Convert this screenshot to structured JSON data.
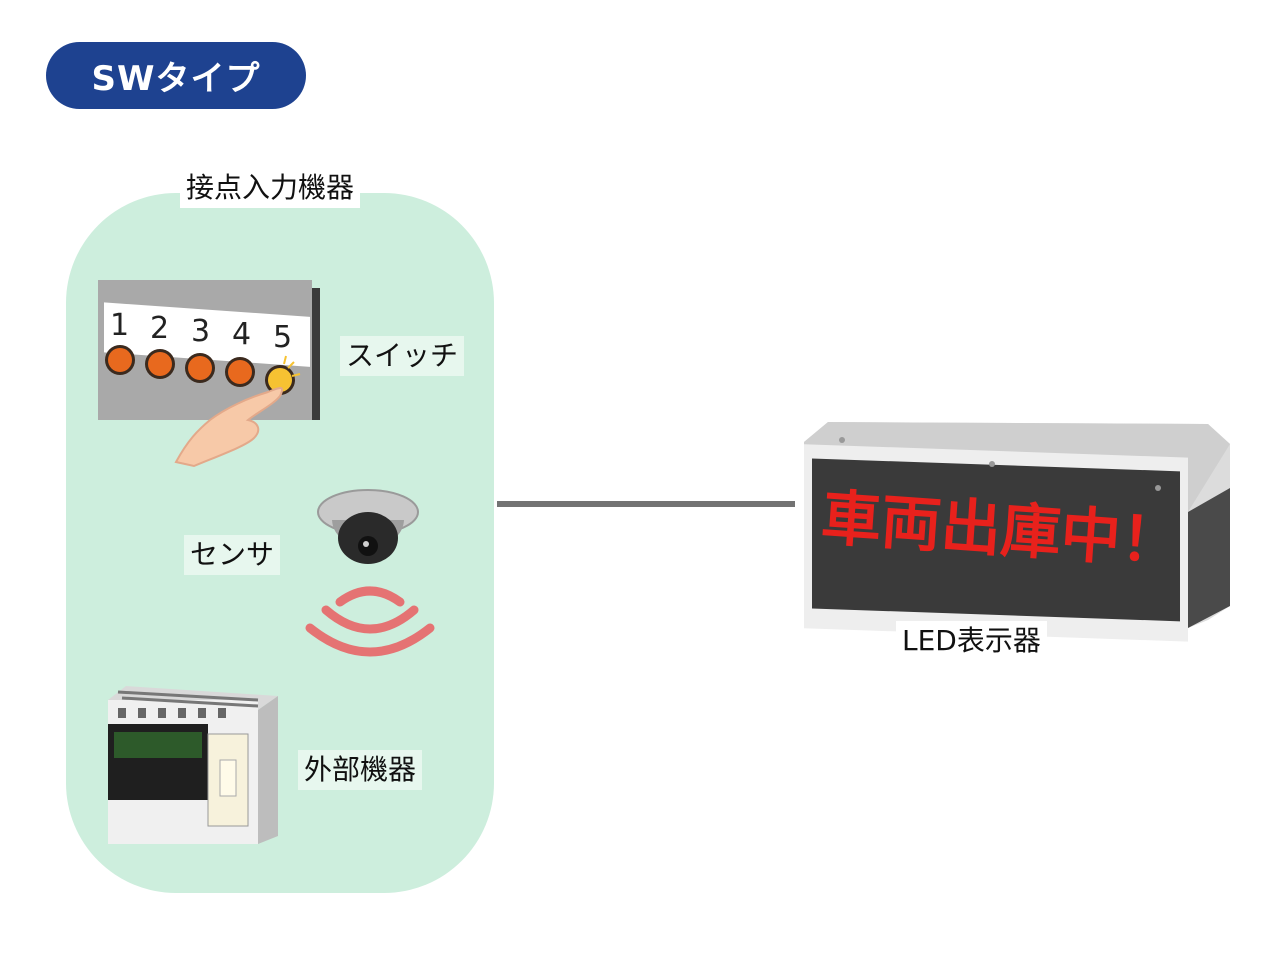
{
  "badge": {
    "label": "SWタイプ",
    "color": "#1e4290"
  },
  "group": {
    "title": "接点入力機器",
    "color": "#cdeedd"
  },
  "devices": {
    "switch": {
      "label": "スイッチ",
      "buttons": [
        "1",
        "2",
        "3",
        "4",
        "5"
      ]
    },
    "sensor": {
      "label": "センサ"
    },
    "external": {
      "label": "外部機器"
    }
  },
  "display": {
    "label": "LED表示器",
    "message": "車両出庫中！",
    "message_color": "#e8211c"
  },
  "connector_color": "#737373"
}
